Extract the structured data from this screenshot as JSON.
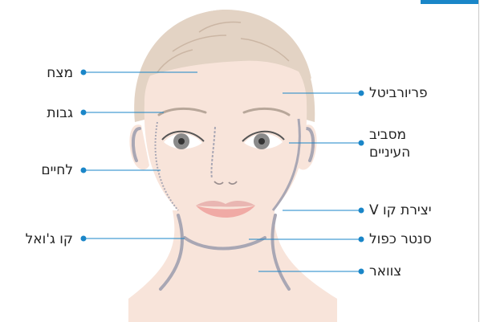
{
  "colors": {
    "accent": "#1a86c8",
    "skin": "#f8e4da",
    "hair": "#e3d3c4",
    "outline": "#a9a7b4"
  },
  "labels": {
    "forehead": "מצח",
    "brows": "גבות",
    "cheeks": "לחיים",
    "jawline": "קו ג'ואל",
    "periorbital": "פריורביטל",
    "around_eyes_1": "מסביב",
    "around_eyes_2": "העיניים",
    "v_line": "יצירת קו V",
    "double_chin": "סנטר כפול",
    "neck": "צוואר"
  }
}
